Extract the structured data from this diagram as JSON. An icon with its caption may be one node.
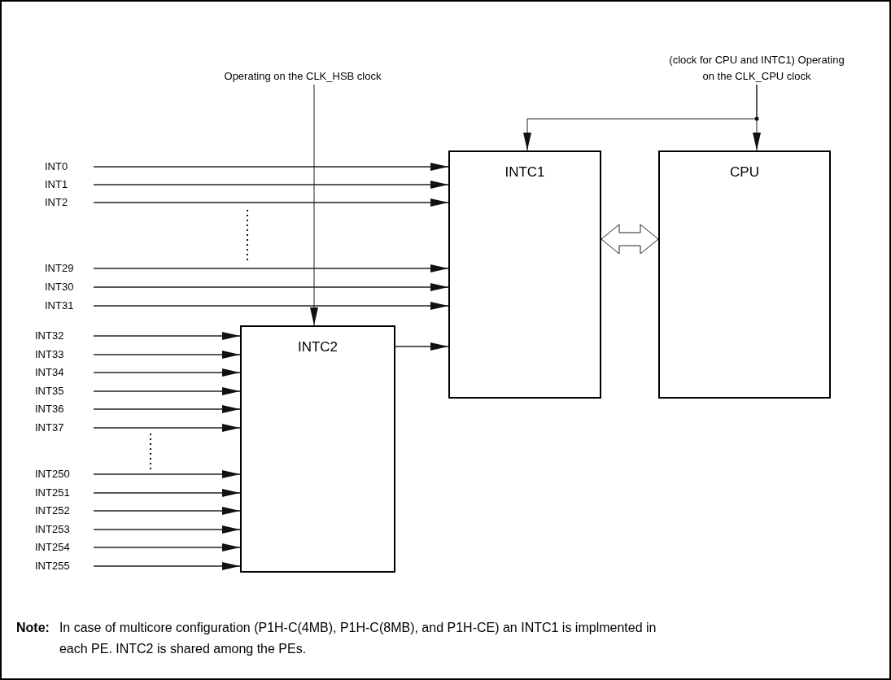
{
  "diagram": {
    "nodes": [
      {
        "text": [
          "Operating on the CLK_HSB clock"
        ]
      },
      {
        "text": [
          "(clock for CPU and INTC1) Operating on the CLK_CPU clock"
        ]
      },
      {
        "text": [
          "INTC1"
        ]
      },
      {
        "text": [
          "CPU"
        ]
      },
      {
        "text": [
          "INTC2"
        ]
      },
      {
        "text": [
          "INT0"
        ]
      },
      {
        "text": [
          "INT1"
        ]
      },
      {
        "text": [
          "INT2"
        ]
      },
      {
        "text": [
          "INT29"
        ]
      },
      {
        "text": [
          "INT30"
        ]
      },
      {
        "text": [
          "INT31"
        ]
      },
      {
        "text": [
          "INT32"
        ]
      },
      {
        "text": [
          "INT33"
        ]
      },
      {
        "text": [
          "INT34"
        ]
      },
      {
        "text": [
          "INT35"
        ]
      },
      {
        "text": [
          "INT36"
        ]
      },
      {
        "text": [
          "INT37"
        ]
      },
      {
        "text": [
          "INT250"
        ]
      },
      {
        "text": [
          "INT251"
        ]
      },
      {
        "text": [
          "INT252"
        ]
      },
      {
        "text": [
          "INT253"
        ]
      },
      {
        "text": [
          "INT254"
        ]
      },
      {
        "text": [
          "INT255"
        ]
      }
    ],
    "edges": [
      {
        "from": 0,
        "to": 4,
        "arrow": "to"
      },
      {
        "from": 1,
        "to": 3,
        "arrow": "to"
      },
      {
        "from": 1,
        "to": 2,
        "arrow": "to"
      },
      {
        "from": 2,
        "to": 3,
        "arrow": "both",
        "style": "thick"
      },
      {
        "from": 5,
        "to": 2,
        "arrow": "to"
      },
      {
        "from": 6,
        "to": 2,
        "arrow": "to"
      },
      {
        "from": 7,
        "to": 2,
        "arrow": "to"
      },
      {
        "from": 8,
        "to": 2,
        "arrow": "to"
      },
      {
        "from": 9,
        "to": 2,
        "arrow": "to"
      },
      {
        "from": 10,
        "to": 2,
        "arrow": "to"
      },
      {
        "from": 11,
        "to": 4,
        "arrow": "to"
      },
      {
        "from": 12,
        "to": 4,
        "arrow": "to"
      },
      {
        "from": 13,
        "to": 4,
        "arrow": "to"
      },
      {
        "from": 14,
        "to": 4,
        "arrow": "to"
      },
      {
        "from": 15,
        "to": 4,
        "arrow": "to"
      },
      {
        "from": 16,
        "to": 4,
        "arrow": "to"
      },
      {
        "from": 17,
        "to": 4,
        "arrow": "to"
      },
      {
        "from": 18,
        "to": 4,
        "arrow": "to"
      },
      {
        "from": 19,
        "to": 4,
        "arrow": "to"
      },
      {
        "from": 20,
        "to": 4,
        "arrow": "to"
      },
      {
        "from": 21,
        "to": 4,
        "arrow": "to"
      },
      {
        "from": 22,
        "to": 4,
        "arrow": "to"
      },
      {
        "from": 4,
        "to": 2,
        "arrow": "to"
      }
    ],
    "labels": [
      "Note:",
      "In case of multicore configuration (P1H-C(4MB), P1H-C(8MB), and P1H-CE) an INTC1 is implmented in each PE. INTC2 is shared among the PEs."
    ]
  }
}
